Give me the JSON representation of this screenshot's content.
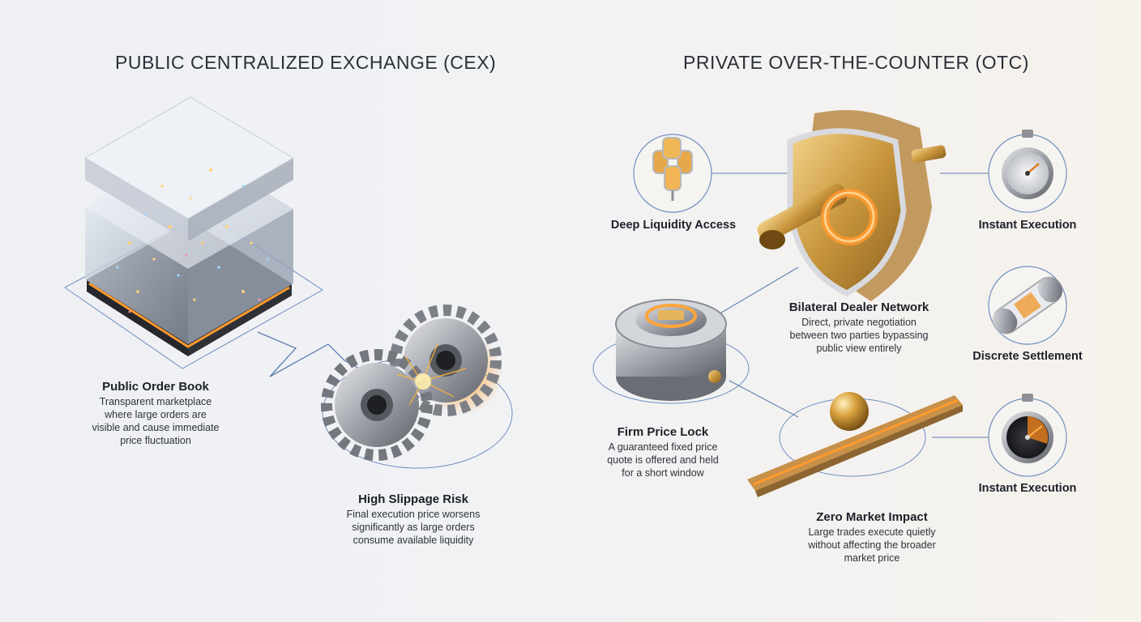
{
  "left_panel": {
    "heading": "PUBLIC CENTRALIZED EXCHANGE (CEX)",
    "order_book": {
      "title": "Public Order Book",
      "desc_lines": [
        "Transparent marketplace",
        "where large orders are",
        "visible and cause immediate",
        "price fluctuation"
      ]
    },
    "slippage": {
      "title": "High Slippage Risk",
      "desc_lines": [
        "Final execution price worsens",
        "significantly as large orders",
        "consume available liquidity"
      ]
    }
  },
  "right_panel": {
    "heading": "PRIVATE OVER-THE-COUNTER (OTC)",
    "deep_liquidity": {
      "title": "Deep Liquidity Access"
    },
    "instant_execution_top": {
      "title": "Instant Execution"
    },
    "bilateral": {
      "title": "Bilateral Dealer Network",
      "desc_lines": [
        "Direct, private negotiation",
        "between two parties bypassing",
        "public view entirely"
      ]
    },
    "discrete_settlement": {
      "title": "Discrete Settlement"
    },
    "firm_price": {
      "title": "Firm Price Lock",
      "desc_lines": [
        "A guaranteed fixed price",
        "quote is offered and held",
        "for a short window"
      ]
    },
    "instant_execution_bottom": {
      "title": "Instant Execution"
    },
    "zero_impact": {
      "title": "Zero Market Impact",
      "desc_lines": [
        "Large trades execute quietly",
        "without affecting the broader",
        "market price"
      ]
    }
  },
  "colors": {
    "line": "#5f7fb0",
    "gold": "#d9a54a",
    "glow": "#ff9a2e",
    "steel": "#9a9ca3"
  }
}
